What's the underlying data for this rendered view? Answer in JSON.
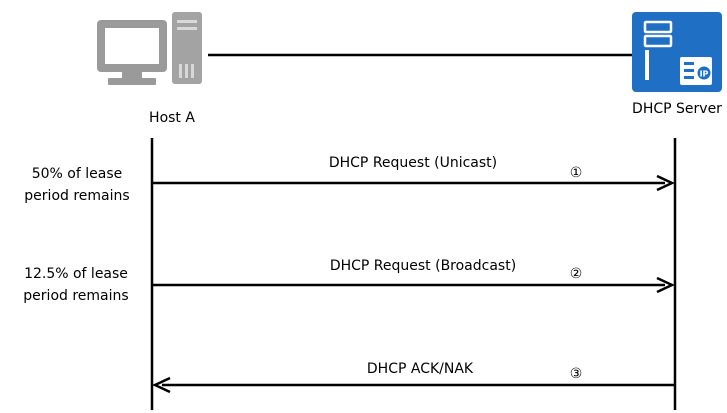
{
  "nodes": {
    "host": {
      "label": "Host A",
      "icon": "desktop-computer-icon"
    },
    "server": {
      "label": "DHCP Server",
      "icon": "dhcp-server-icon",
      "badge": "IP"
    }
  },
  "conditions": [
    {
      "line1": "50% of lease",
      "line2": "period remains"
    },
    {
      "line1": "12.5% of lease",
      "line2": "period remains"
    }
  ],
  "messages": [
    {
      "label": "DHCP Request (Unicast)",
      "step": "①",
      "direction": "host-to-server"
    },
    {
      "label": "DHCP Request (Broadcast)",
      "step": "②",
      "direction": "host-to-server"
    },
    {
      "label": "DHCP ACK/NAK",
      "step": "③",
      "direction": "server-to-host"
    }
  ],
  "colors": {
    "computer_gray": "#9a9a9a",
    "server_blue": "#1f6fc4",
    "line": "#000000"
  }
}
